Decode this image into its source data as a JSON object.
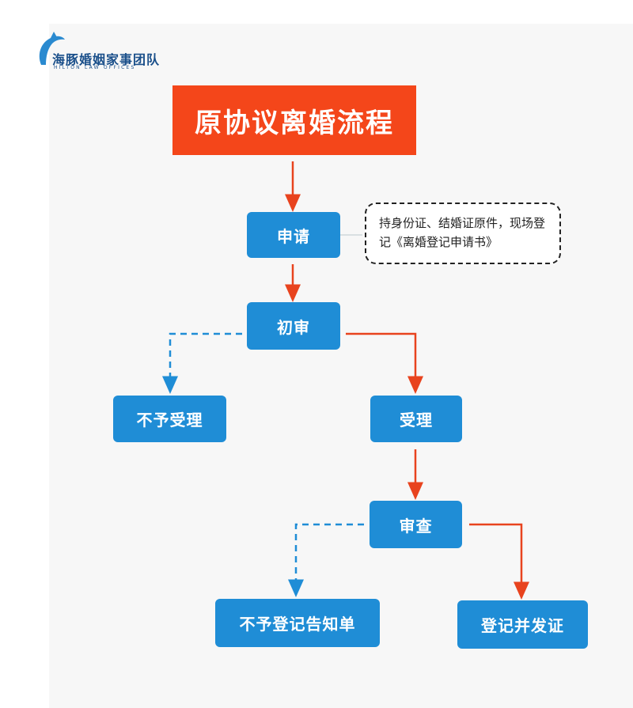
{
  "logo": {
    "cn": "海豚婚姻家事团队",
    "en": "HILTON LAW OFFICES"
  },
  "title": "原协议离婚流程",
  "nodes": {
    "apply": "申请",
    "preliminary": "初审",
    "reject": "不予受理",
    "accept": "受理",
    "review": "审查",
    "refuse_notice": "不予登记告知单",
    "register": "登记并发证"
  },
  "note": "持身份证、结婚证原件，现场登记《离婚登记申请书》",
  "colors": {
    "title": "#f4461a",
    "node": "#1f8dd6",
    "arrow_main": "#e8431e",
    "arrow_branch": "#1f8dd6"
  }
}
